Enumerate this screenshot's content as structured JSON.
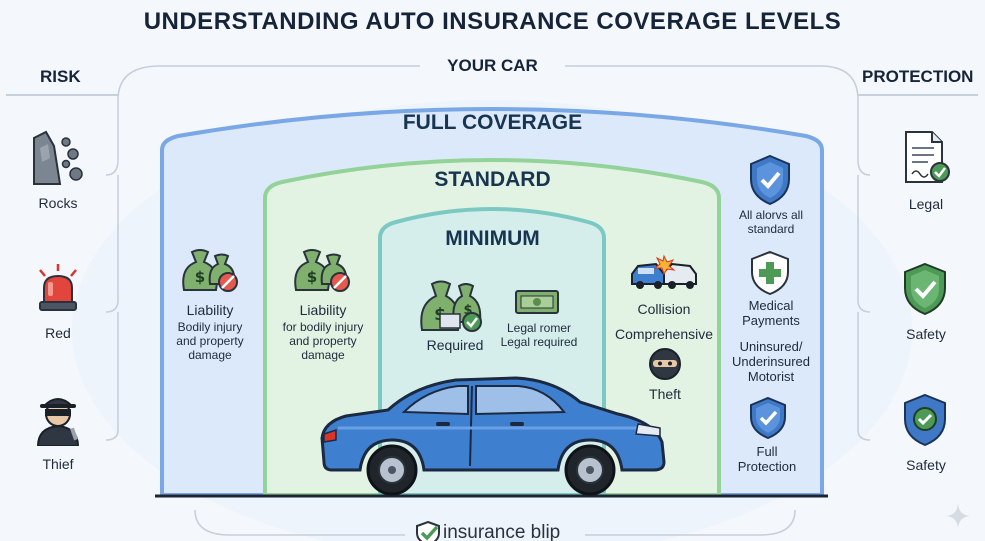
{
  "title": "UNDERSTANDING AUTO INSURANCE COVERAGE LEVELS",
  "headers": {
    "risk": "RISK",
    "your_car": "YOUR CAR",
    "protection": "PROTECTION"
  },
  "risks": [
    {
      "label": "Rocks",
      "icon": "rocks-icon"
    },
    {
      "label": "Red",
      "icon": "siren-icon"
    },
    {
      "label": "Thief",
      "icon": "thief-icon"
    }
  ],
  "protections": [
    {
      "label": "Legal",
      "icon": "document-check-icon"
    },
    {
      "label": "Safety",
      "icon": "shield-check-icon"
    },
    {
      "label": "Safety",
      "icon": "shield-check-icon"
    }
  ],
  "tiers": {
    "full": {
      "title": "FULL COVERAGE",
      "liability_title": "Liability",
      "liability_desc_1": "Bodily injury",
      "liability_desc_2": "and property",
      "liability_desc_3": "damage",
      "all_text_1": "All alorvs all",
      "all_text_2": "standard",
      "medical_1": "Medical",
      "medical_2": "Payments",
      "uninsured_1": "Uninsured/",
      "uninsured_2": "Underinsured",
      "uninsured_3": "Motorist",
      "full_prot_1": "Full",
      "full_prot_2": "Protection"
    },
    "standard": {
      "title": "STANDARD",
      "liability_title": "Liability",
      "liability_desc_1": "for bodily injury",
      "liability_desc_2": "and property",
      "liability_desc_3": "damage",
      "collision": "Collision",
      "comprehensive": "Comprehensive",
      "theft": "Theft"
    },
    "minimum": {
      "title": "MINIMUM",
      "required": "Required",
      "legal_1": "Legal romer",
      "legal_2": "Legal required"
    }
  },
  "brand": "insurance blip",
  "colors": {
    "full_fill": "#dce9fb",
    "full_stroke": "#7aa7e6",
    "standard_fill": "#e3f3e3",
    "standard_stroke": "#93d39a",
    "minimum_fill": "#d5eeec",
    "minimum_stroke": "#7cc9c4",
    "car_blue": "#3f7fd0",
    "money_green": "#6a9e5c",
    "shield_blue": "#3e78c7",
    "shield_green": "#4d9a56"
  }
}
